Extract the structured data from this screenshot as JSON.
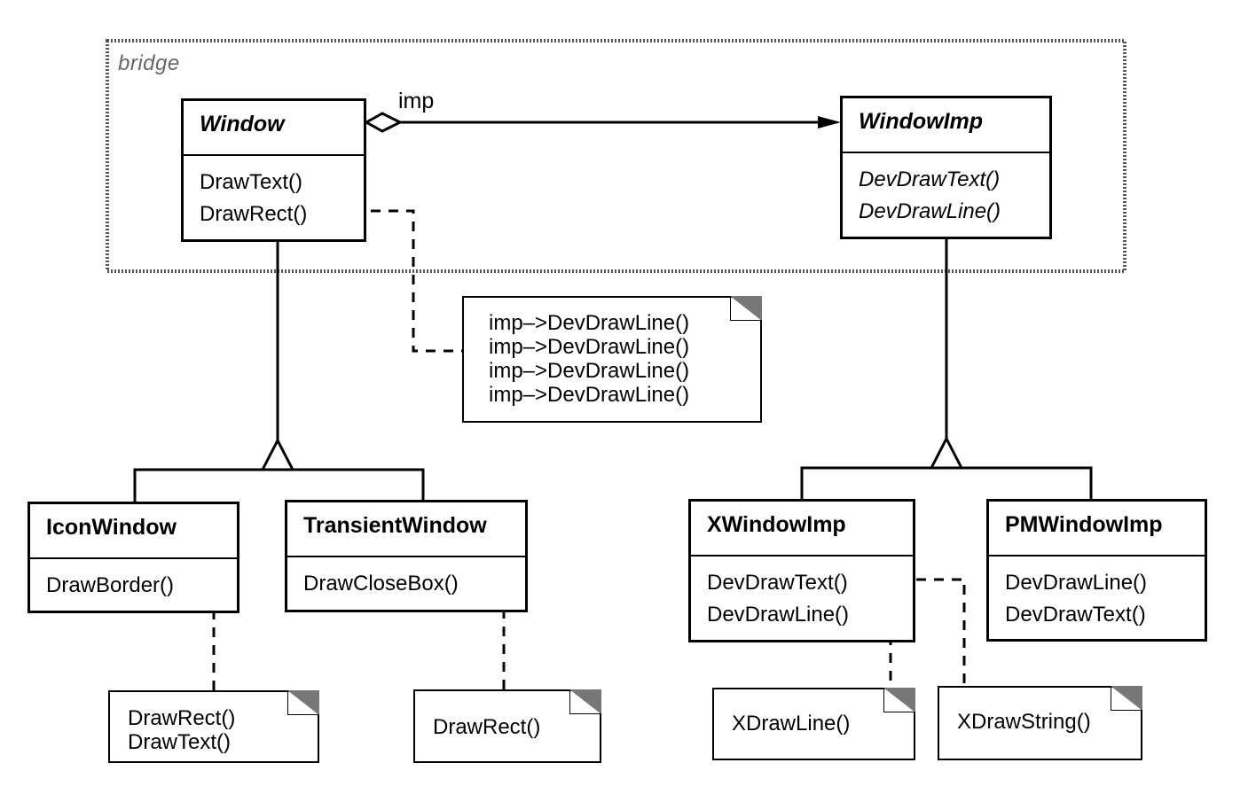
{
  "group": {
    "label": "bridge"
  },
  "association": {
    "label": "imp"
  },
  "classes": {
    "window": {
      "name": "Window",
      "ops": [
        "DrawText()",
        "DrawRect()"
      ]
    },
    "windowimp": {
      "name": "WindowImp",
      "ops": [
        "DevDrawText()",
        "DevDrawLine()"
      ]
    },
    "iconwindow": {
      "name": "IconWindow",
      "ops": [
        "DrawBorder()"
      ]
    },
    "transientwindow": {
      "name": "TransientWindow",
      "ops": [
        "DrawCloseBox()"
      ]
    },
    "xwindowimp": {
      "name": "XWindowImp",
      "ops": [
        "DevDrawText()",
        "DevDrawLine()"
      ]
    },
    "pmwindowimp": {
      "name": "PMWindowImp",
      "ops": [
        "DevDrawLine()",
        "DevDrawText()"
      ]
    }
  },
  "notes": {
    "drawrect_impl": [
      "imp–>DevDrawLine()",
      "imp–>DevDrawLine()",
      "imp–>DevDrawLine()",
      "imp–>DevDrawLine()"
    ],
    "drawborder_impl": [
      "DrawRect()",
      "DrawText()"
    ],
    "drawclosebox_impl": [
      "DrawRect()"
    ],
    "xdevdrawline_impl": [
      "XDrawLine()"
    ],
    "xdevdrawtext_impl": [
      "XDrawString()"
    ]
  }
}
